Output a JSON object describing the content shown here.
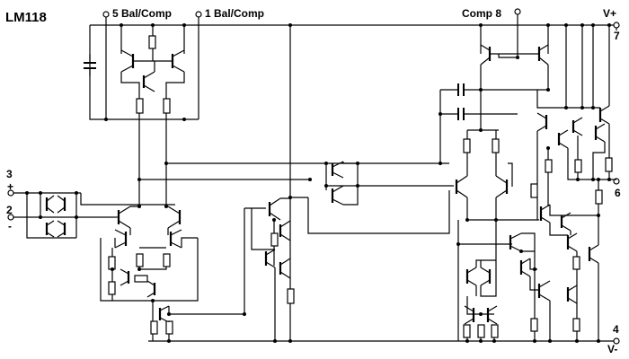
{
  "title": "LM118",
  "pins": {
    "bal5": "5 Bal/Comp",
    "bal1": "1 Bal/Comp",
    "comp8": "Comp 8",
    "vplus": "V+",
    "vplus_num": "7",
    "in_plus_num": "3",
    "in_plus_sign": "+",
    "in_minus_num": "2",
    "in_minus_sign": "-",
    "output_num": "6",
    "vminus_num": "4",
    "vminus": "V-"
  }
}
